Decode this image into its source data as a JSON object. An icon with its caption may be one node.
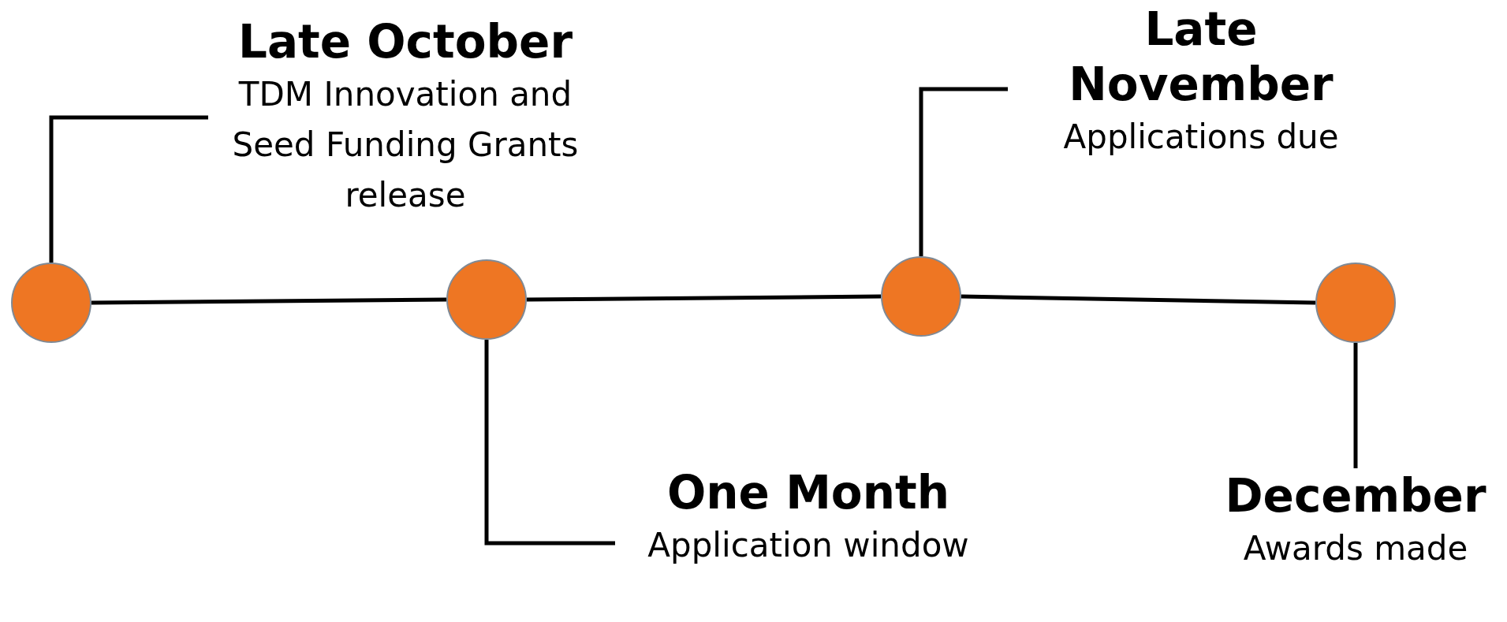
{
  "diagram": {
    "nodes": [
      {
        "text": [],
        "shape": "circle"
      },
      {
        "text": [],
        "shape": "circle"
      },
      {
        "text": [],
        "shape": "circle"
      },
      {
        "text": [],
        "shape": "circle"
      },
      {
        "text": [
          "Late October",
          "TDM Innovation and Seed Funding Grants release"
        ]
      },
      {
        "text": [
          "Late November",
          "Applications due"
        ]
      },
      {
        "text": [
          "One Month",
          "Application window"
        ]
      },
      {
        "text": [
          "December",
          "Awards made"
        ]
      }
    ],
    "edges": [
      {
        "from": 0,
        "to": 1,
        "arrow": "none"
      },
      {
        "from": 1,
        "to": 2,
        "arrow": "none"
      },
      {
        "from": 2,
        "to": 3,
        "arrow": "none"
      },
      {
        "from": 4,
        "to": 0,
        "arrow": "none"
      },
      {
        "from": 6,
        "to": 1,
        "arrow": "none"
      },
      {
        "from": 5,
        "to": 2,
        "arrow": "none"
      },
      {
        "from": 7,
        "to": 3,
        "arrow": "none"
      }
    ]
  }
}
